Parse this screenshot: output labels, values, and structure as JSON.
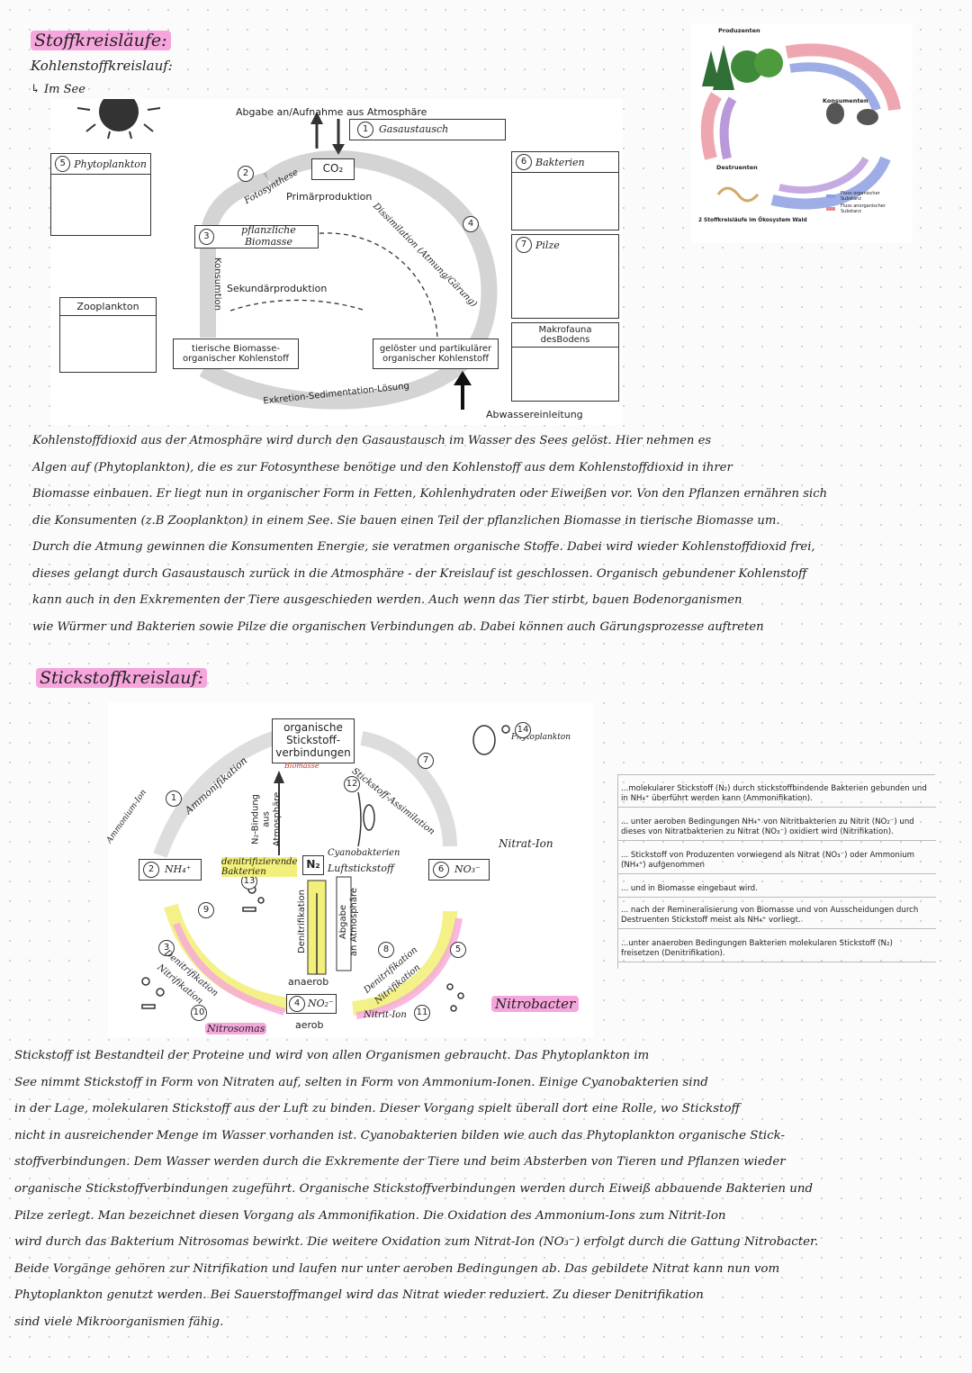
{
  "header": {
    "title": "Stoffkreisläufe:",
    "subtitle": "Kohlenstoffkreislauf:",
    "location": "↳ Im See"
  },
  "carbon_diagram": {
    "top_label": "Abgabe an/Aufnahme aus Atmosphäre",
    "gas_exchange": "Gasaustausch",
    "co2": "CO₂",
    "photo": "Fotosynthese",
    "primary": "Primärproduktion",
    "dissim": "Dissimilation (Atmung/Gärung)",
    "plant_biomass": "pflanzliche Biomasse",
    "consumption": "Konsumtion",
    "secondary": "Sekundärproduktion",
    "animal_biomass": "tierische Biomasse-\norganischer Kohlenstoff",
    "dissolved": "gelöster und partikulärer\norganischer Kohlenstoff",
    "excretion": "Exkretion-Sedimentation-Lösung",
    "wastewater": "Abwassereinleitung",
    "phyto": "Phytoplankton",
    "zoo": "Zooplankton",
    "bacteria": "Bakterien",
    "fungi": "Pilze",
    "macro": "Makrofauna\ndesBodens",
    "numbers": [
      "1",
      "2",
      "3",
      "4",
      "5",
      "6",
      "7"
    ]
  },
  "forest_diagram": {
    "producers": "Produzenten",
    "consumers": "Konsumenten",
    "decomposers": "Destruenten",
    "caption": "2 Stoffkreisläufe im Ökosystem Wald",
    "legend_organic": "Fluss organischer\nSubstanz",
    "legend_inorganic": "Fluss anorganischer\nSubstanz"
  },
  "carbon_text": [
    "Kohlenstoffdioxid aus der Atmosphäre wird durch den Gasaustausch im Wasser des Sees gelöst. Hier nehmen es",
    "Algen auf (Phytoplankton), die es zur Fotosynthese benötige und den Kohlenstoff aus dem Kohlenstoffdioxid in ihrer",
    "Biomasse einbauen. Er liegt nun in organischer Form in Fetten, Kohlenhydraten oder Eiweißen vor. Von den Pflanzen ernähren sich",
    "die Konsumenten (z.B Zooplankton) in einem See. Sie bauen einen Teil der pflanzlichen Biomasse in tierische Biomasse um.",
    "Durch die Atmung gewinnen die Konsumenten Energie, sie veratmen organische Stoffe. Dabei wird wieder Kohlenstoffdioxid frei,",
    "dieses gelangt durch Gasaustausch zurück in die Atmosphäre - der Kreislauf ist geschlossen. Organisch gebundener Kohlenstoff",
    "kann auch in den Exkrementen der Tiere ausgeschieden werden. Auch wenn das Tier stirbt, bauen Bodenorganismen",
    "wie Würmer und Bakterien sowie Pilze die organischen Verbindungen ab. Dabei können auch Gärungsprozesse auftreten"
  ],
  "nitrogen_heading": "Stickstoffkreislauf:",
  "nitrogen_diagram": {
    "org_box": "organische\nStickstoff-\nverbindungen",
    "biomasse": "Biomasse",
    "n2_bind": "N₂-Bindung\naus\nAtmosphäre",
    "n2": "N₂",
    "denit_up": "Denitrifikation",
    "abgabe": "Abgabe\nan Atmosphäre",
    "anaerob": "anaerob",
    "aerob": "aerob",
    "ammon": "Ammonifikation",
    "assim": "Stickstoff-Assimilation",
    "ammonium_ion": "Ammonium-Ion",
    "nitrat_ion": "Nitrat-Ion",
    "nitrit_ion": "Nitrit-Ion",
    "nh4": "NH₄⁺",
    "no3": "NO₃⁻",
    "no2": "NO₂⁻",
    "denit_bact": "denitrifizierende\nBakterien",
    "cyano": "Cyanobakterien",
    "luftstickstoff": "Luftstickstoff",
    "nitrif_left": "Nitrifikation",
    "denit_left": "Denitrifikation",
    "nitrif_right": "Nitrifikation",
    "denit_right": "Denitrifikation",
    "nitrosomas": "Nitrosomas",
    "nitrobacter": "Nitrobacter",
    "phyto": "Phytoplankton",
    "numbers": [
      "1",
      "2",
      "3",
      "4",
      "5",
      "6",
      "7",
      "8",
      "9",
      "10",
      "11",
      "12",
      "13",
      "14"
    ]
  },
  "nitrogen_notes": [
    "...molekularer Stickstoff (N₂) durch stickstoffbindende Bakterien gebunden und in NH₄⁺ überführt werden kann (Ammonifikation).",
    "... unter aeroben Bedingungen NH₄⁺ von Nitritbakterien zu Nitrit (NO₂⁻) und dieses von Nitratbakterien zu Nitrat (NO₃⁻) oxidiert wird (Nitrifikation).",
    "... Stickstoff von Produzenten vorwiegend als Nitrat (NO₃⁻) oder Ammonium (NH₄⁺) aufgenommen",
    "... und in Biomasse eingebaut wird.",
    "... nach der Remineralisierung von Biomasse und von Ausscheidungen durch Destruenten Stickstoff meist als NH₄⁺ vorliegt.",
    "...unter anaeroben Bedingungen Bakterien molekularen Stickstoff (N₂) freisetzen (Denitrifikation)."
  ],
  "nitrogen_text": [
    "Stickstoff ist Bestandteil der Proteine und wird von allen Organismen gebraucht. Das Phytoplankton im",
    "See nimmt Stickstoff in Form von Nitraten auf, selten in Form von Ammonium-Ionen. Einige Cyanobakterien sind",
    "in der Lage, molekularen Stickstoff aus der Luft zu binden. Dieser Vorgang spielt überall dort eine Rolle, wo Stickstoff",
    "nicht in ausreichender Menge im Wasser vorhanden ist. Cyanobakterien bilden wie auch das Phytoplankton organische Stick-",
    "stoffverbindungen. Dem Wasser werden durch die Exkremente der Tiere und beim Absterben von Tieren und Pflanzen wieder",
    "organische Stickstoffverbindungen zugeführt. Organische Stickstoffverbindungen werden durch Eiweiß abbauende Bakterien und",
    "Pilze zerlegt. Man bezeichnet diesen Vorgang als Ammonifikation. Die Oxidation des Ammonium-Ions zum Nitrit-Ion",
    "wird durch das Bakterium Nitrosomas bewirkt. Die weitere Oxidation zum Nitrat-Ion (NO₃⁻) erfolgt durch die Gattung Nitrobacter.",
    "Beide Vorgänge gehören zur Nitrifikation und laufen nur unter aeroben Bedingungen ab. Das gebildete Nitrat kann nun vom",
    "Phytoplankton genutzt werden. Bei Sauerstoffmangel wird das Nitrat wieder reduziert. Zu dieser Denitrifikation",
    "sind viele Mikroorganismen fähig."
  ],
  "colors": {
    "pink": "#f6a6dc",
    "yellow": "#f2ef7a",
    "ink": "#222222"
  }
}
